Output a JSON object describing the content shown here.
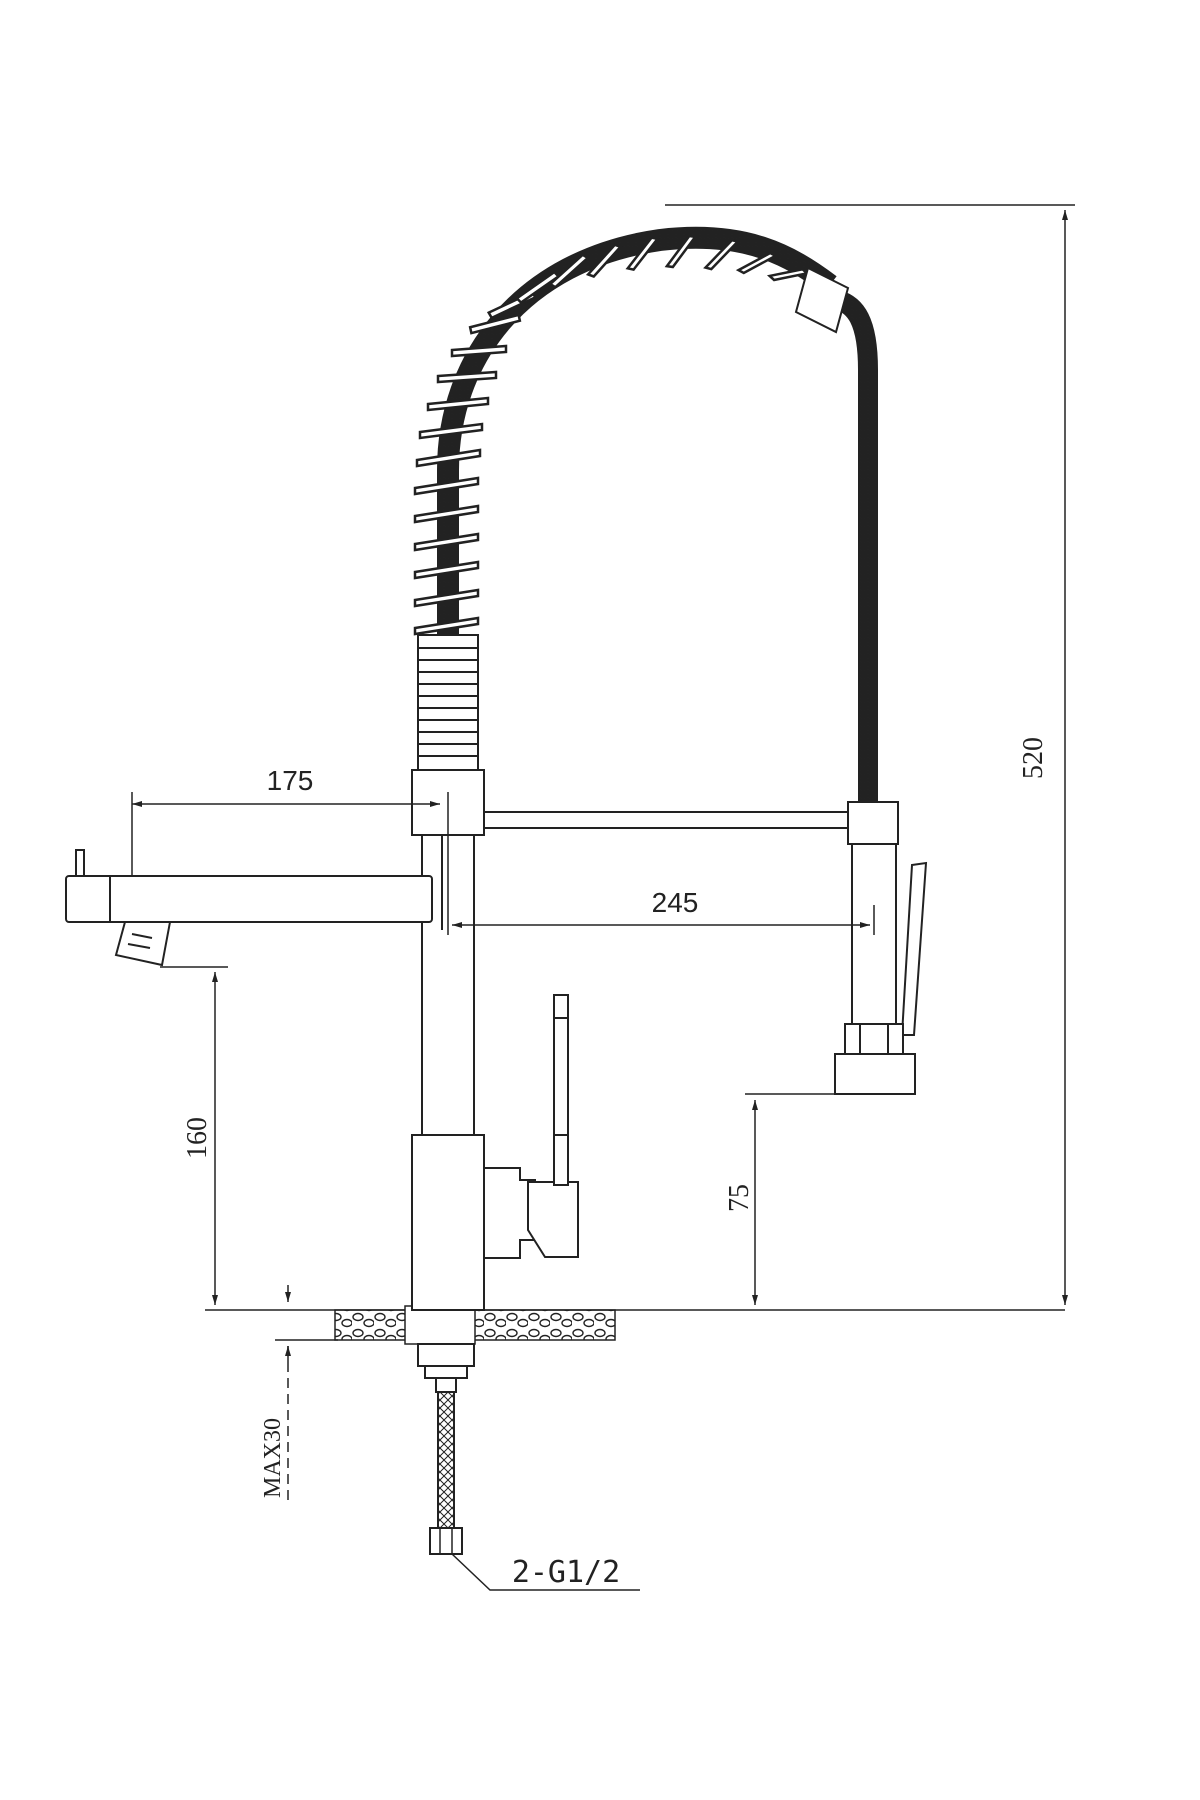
{
  "colors": {
    "line": "#222222",
    "background": "#ffffff"
  },
  "dimensions": {
    "spout_reach": "175",
    "hose_to_arm": "245",
    "total_height": "520",
    "spout_height": "160",
    "sprayer_height": "75",
    "max_counter_thickness": "MAX30",
    "inlet_connection": "2-G1/2"
  }
}
